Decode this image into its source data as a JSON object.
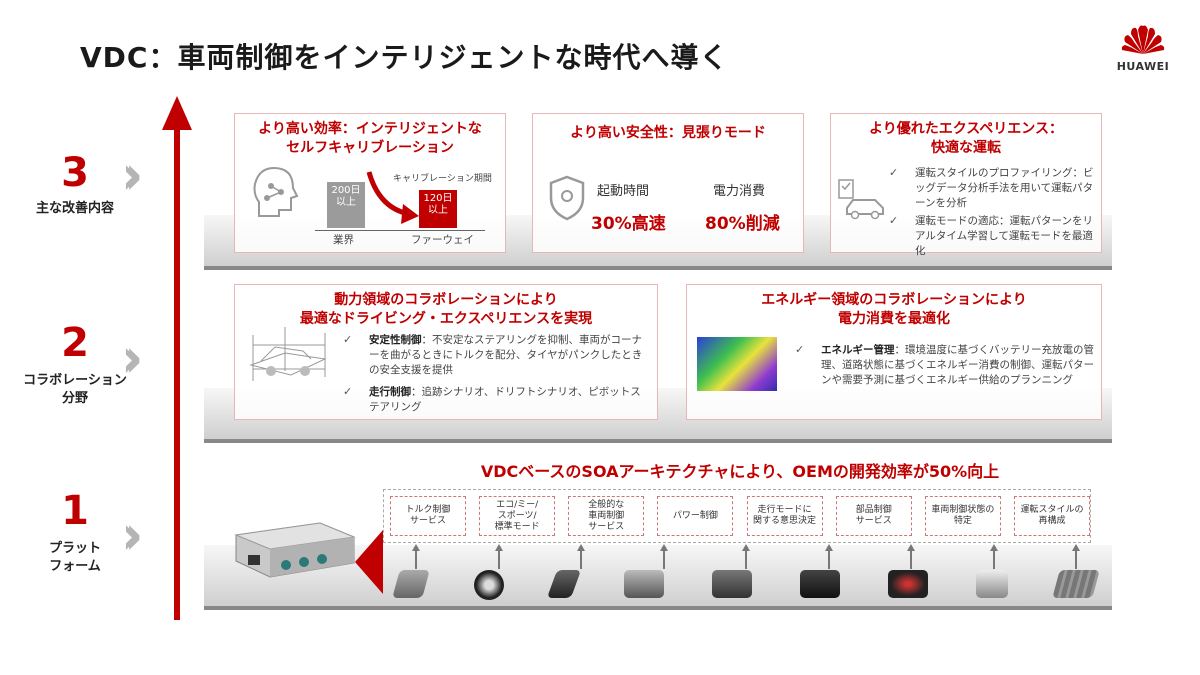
{
  "title": "VDC：車両制御をインテリジェントな時代へ導く",
  "logo": {
    "text": "HUAWEI",
    "color": "#c00000"
  },
  "colors": {
    "accent": "#c00000",
    "chevron": "#b5b5b5",
    "shelf": "#d0d0d0"
  },
  "levels": [
    {
      "number": "3",
      "label": "主な改善内容"
    },
    {
      "number": "2",
      "label": "コラボレーション\n分野"
    },
    {
      "number": "1",
      "label": "プラット\nフォーム"
    }
  ],
  "level3": {
    "card1": {
      "title": "より高い効率：インテリジェントな\nセルフキャリブレーション",
      "period_label": "キャリブレーション期間",
      "industry_bar": "200日\n以上",
      "huawei_bar": "120日\n以上",
      "industry_label": "業界",
      "huawei_label": "ファーウェイ",
      "icon": "ai-head-icon"
    },
    "card2": {
      "title": "より高い安全性：見張りモード",
      "startup_label": "起動時間",
      "startup_value": "30%高速",
      "power_label": "電力消費",
      "power_value": "80%削減",
      "icon": "shield-icon"
    },
    "card3": {
      "title": "より優れたエクスペリエンス：\n快適な運転",
      "bullets": [
        "運転スタイルのプロファイリング：ビッグデータ分析手法を用いて運転パターンを分析",
        "運転モードの適応：運転パターンをリアルタイム学習して運転モードを最適化"
      ],
      "icon": "car-checklist-icon"
    }
  },
  "level2": {
    "card1": {
      "title": "動力領域のコラボレーションにより\n最適なドライビング・エクスペリエンスを実現",
      "bullets": [
        {
          "head": "安定性制御",
          "body": "：不安定なステアリングを抑制、車両がコーナーを曲がるときにトルクを配分、タイヤがパンクしたときの安全支援を提供"
        },
        {
          "head": "走行制御",
          "body": "：追跡シナリオ、ドリフトシナリオ、ピボットステアリング"
        }
      ],
      "icon": "car-wireframe-icon"
    },
    "card2": {
      "title": "エネルギー領域のコラボレーションにより\n電力消費を最適化",
      "bullets": [
        {
          "head": "エネルギー管理",
          "body": "：環境温度に基づくバッテリー充放電の管理、道路状態に基づくエネルギー消費の制御、運転パターンや需要予測に基づくエネルギー供給のプランニング"
        }
      ],
      "icon": "thermal-car-image"
    }
  },
  "level1": {
    "headline": "VDCベースのSOAアーキテクチャにより、OEMの開発効率が50%向上",
    "services": [
      "トルク制御\nサービス",
      "エコ/ミー/\nスポーツ/\n標準モード",
      "全般的な\n車両制御\nサービス",
      "パワー制御",
      "走行モードに\n関する意思決定",
      "部品制御\nサービス",
      "車両制御状態の\n特定",
      "運転スタイルの\n再構成"
    ],
    "parts": [
      "pedal-icon",
      "start-button-icon",
      "shifter-icon",
      "motor-icon",
      "ecu-icon",
      "battery-box-icon",
      "dashboard-icon",
      "abs-module-icon",
      "battery-pack-icon"
    ],
    "controller_icon": "vdc-controller-icon"
  }
}
